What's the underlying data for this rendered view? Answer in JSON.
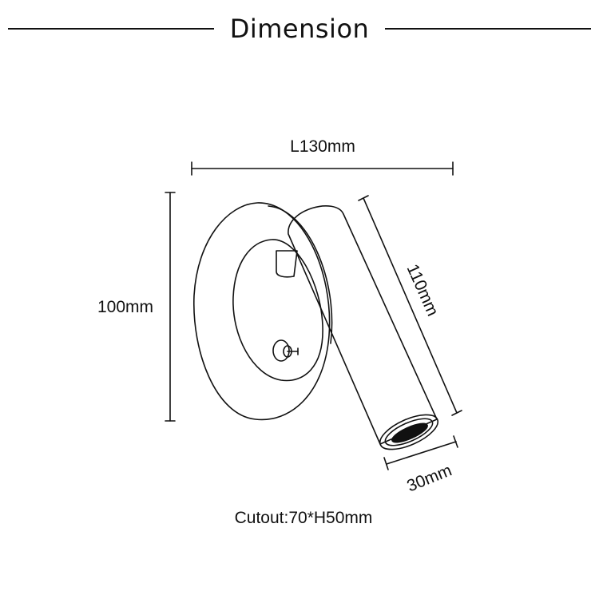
{
  "header": {
    "title": "Dimension"
  },
  "dimensions": {
    "length": "L130mm",
    "height": "100mm",
    "arm_length": "110mm",
    "head_diameter": "30mm"
  },
  "caption": "Cutout:70*H50mm",
  "colors": {
    "line": "#111111",
    "background": "#ffffff"
  }
}
